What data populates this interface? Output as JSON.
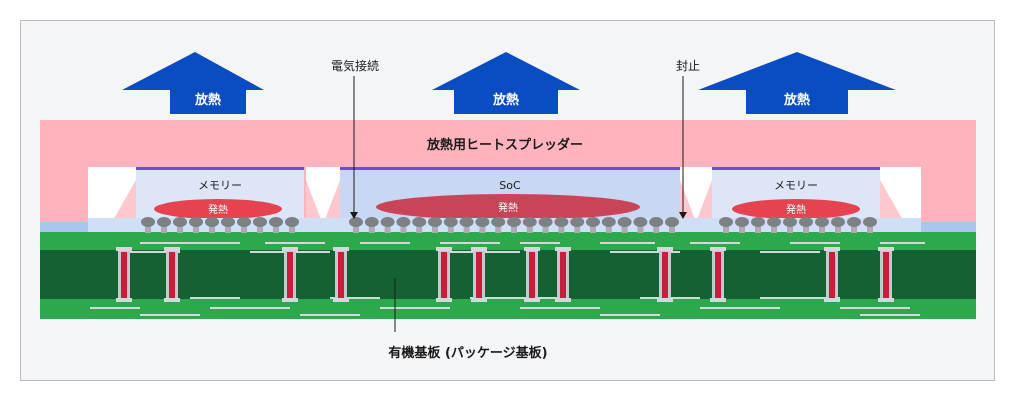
{
  "labels": {
    "heat": "放熱",
    "heat_spreader": "放熱用ヒートスプレッダー",
    "electrical_connection": "電気接続",
    "sealing": "封止",
    "memory": "メモリー",
    "soc": "SoC",
    "heat_generation": "発熱",
    "substrate": "有機基板 (パッケージ基板)"
  },
  "colors": {
    "arrow": "#0a4cc1",
    "spreader": "#ffb3bd",
    "chip_fill": "#dde6f7",
    "soc_fill": "#c9d8f2",
    "chip_top": "#7048e8",
    "heat_spot_memory": "#e64252",
    "heat_spot_soc": "#c94458",
    "substrate_light": "#2ea84c",
    "substrate_dark": "#146233",
    "via": "#c81e3c",
    "bump": "#7d8084",
    "underfill": "#a8c6ee"
  }
}
